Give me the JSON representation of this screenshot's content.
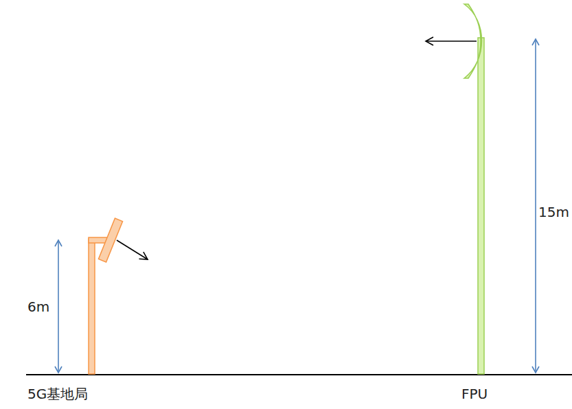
{
  "diagram": {
    "labels": [
      "6m",
      "15m",
      "5G基地局",
      "FPU"
    ]
  }
}
